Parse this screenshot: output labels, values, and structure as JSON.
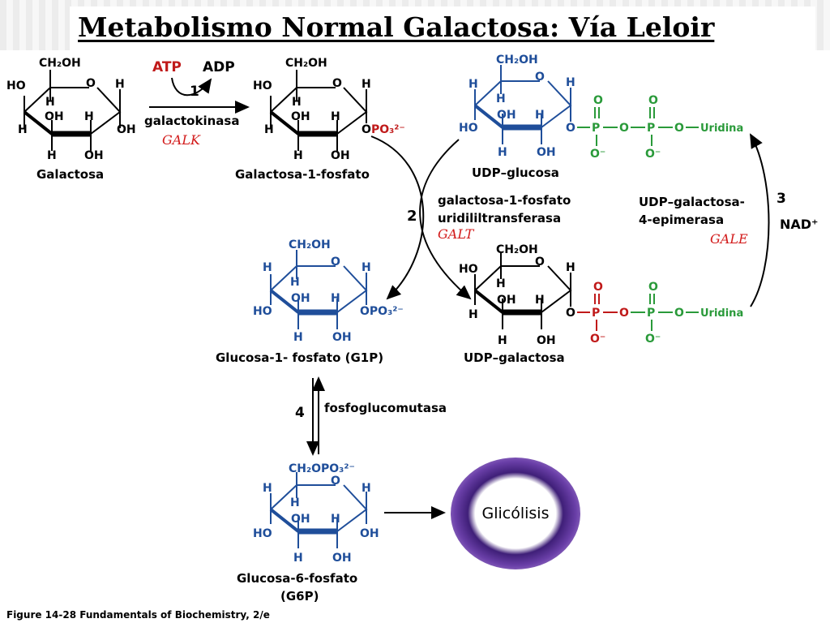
{
  "title": "Metabolismo Normal Galactosa: Vía Leloir",
  "figure_caption": "Figure 14-28  Fundamentals of Biochemistry, 2/e",
  "colors": {
    "black": "#000000",
    "blue": "#1f4e9a",
    "red": "#c01a1a",
    "green": "#2a9a3a",
    "purple": "#5a2e96"
  },
  "molecules": {
    "galactosa": {
      "name": "Galactosa"
    },
    "gal1p": {
      "name": "Galactosa-1-",
      "name_b": "fosfato"
    },
    "udpglc": {
      "name": "UDP–glucosa"
    },
    "g1p": {
      "name": "Glucosa-1- ",
      "name_b": "fosfato (G1P)"
    },
    "udpgal": {
      "name": "UDP–galactosa"
    },
    "g6p": {
      "name": "Glucosa-6-",
      "name_b": "fosfato",
      "name_c": "(G6P)"
    }
  },
  "atoms": {
    "ch2oh": "CH₂OH",
    "ho": "HO",
    "h": "H",
    "oh": "OH",
    "o": "O",
    "opo3": "OPO₃²⁻",
    "ch2opo3": "CH₂OPO₃²⁻",
    "p": "P",
    "o_minus": "O⁻",
    "uridina": "Uridina",
    "o_dash": "–O",
    "dash_o": "O–",
    "dash": "–"
  },
  "reactions": {
    "r1": {
      "number": "1",
      "atp": "ATP",
      "adp": "ADP",
      "enzyme": "galactokinasa",
      "abbr": "GALK"
    },
    "r2": {
      "number": "2",
      "enzyme_line1": "galactosa-1-fosfato",
      "enzyme_line2": "uridililtransferasa",
      "abbr": "GALT"
    },
    "r3": {
      "number": "3",
      "enzyme_line1": "UDP–galactosa-",
      "enzyme_line2": "4-epimerasa",
      "cofactor": "NAD⁺",
      "abbr": "GALE"
    },
    "r4": {
      "number": "4",
      "enzyme": "fosfoglucomutasa"
    }
  },
  "glycolysis": {
    "label": "Glicólisis"
  }
}
